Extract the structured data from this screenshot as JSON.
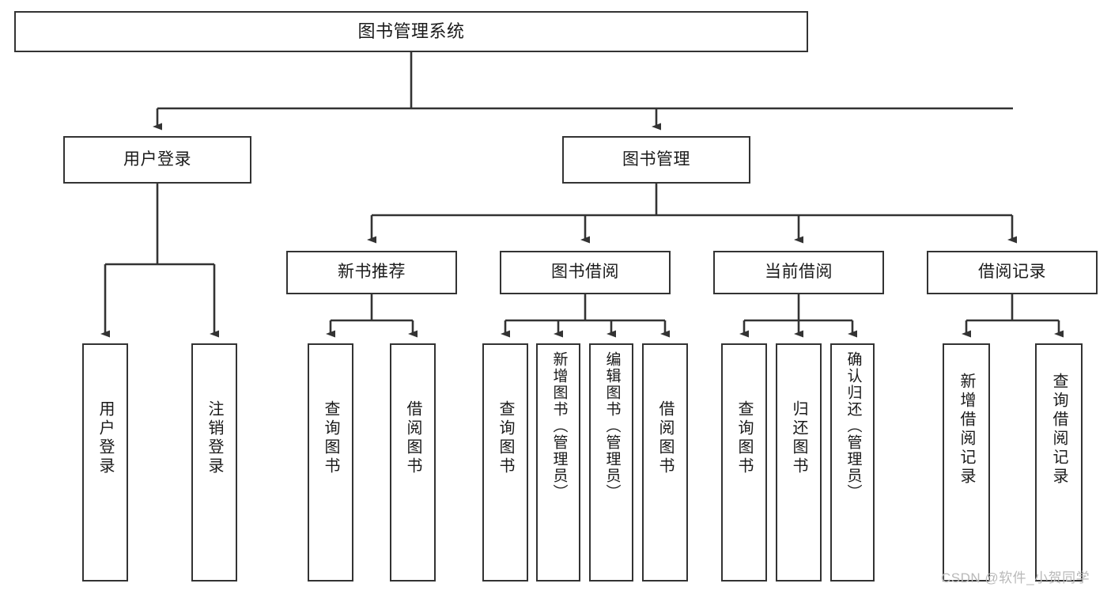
{
  "diagram": {
    "title": "图书管理系统",
    "type": "tree-hierarchy",
    "colors": {
      "background": "#ffffff",
      "box_border": "#333333",
      "box_fill": "#ffffff",
      "text": "#1a1a1a",
      "connector": "#333333",
      "watermark": "#b9b9b9"
    },
    "levels": {
      "level1": "根节点",
      "level2": "主模块",
      "level3": "子模块",
      "level4": "功能项"
    }
  },
  "root": {
    "label": "图书管理系统"
  },
  "level2": [
    {
      "label": "用户登录"
    },
    {
      "label": "图书管理"
    }
  ],
  "level3": [
    {
      "label": "新书推荐"
    },
    {
      "label": "图书借阅"
    },
    {
      "label": "当前借阅"
    },
    {
      "label": "借阅记录"
    }
  ],
  "leaves": {
    "user_login": [
      {
        "label": "用户登录"
      },
      {
        "label": "注销登录"
      }
    ],
    "new_book_recommend": [
      {
        "label": "查询图书"
      },
      {
        "label": "借阅图书"
      }
    ],
    "book_borrow": [
      {
        "label": "查询图书"
      },
      {
        "label": "新增图书（管理员）"
      },
      {
        "label": "编辑图书（管理员）"
      },
      {
        "label": "借阅图书"
      }
    ],
    "current_borrow": [
      {
        "label": "查询图书"
      },
      {
        "label": "归还图书"
      },
      {
        "label": "确认归还（管理员）"
      }
    ],
    "borrow_record": [
      {
        "label": "新增借阅记录"
      },
      {
        "label": "查询借阅记录"
      }
    ]
  },
  "watermark": {
    "text": "CSDN @软件_小贺同学"
  }
}
